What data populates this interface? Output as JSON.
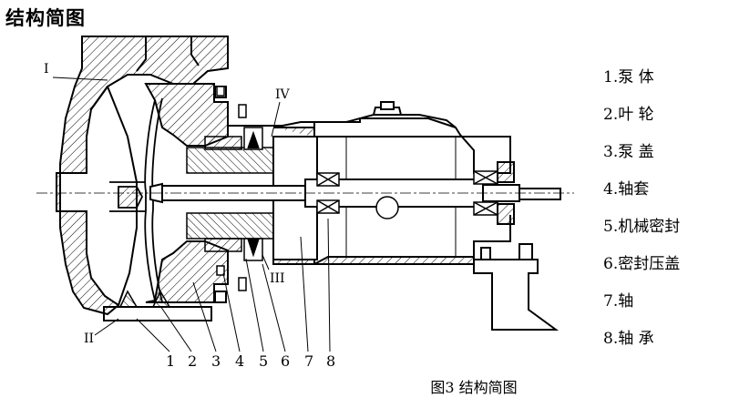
{
  "title": "结构简图",
  "caption": "图3   结构简图",
  "legend": [
    "1.泵  体",
    "2.叶  轮",
    "3.泵  盖",
    "4.轴套",
    "5.机械密封",
    "6.密封压盖",
    "7.轴",
    "8.轴  承"
  ],
  "callouts": {
    "roman": [
      "I",
      "II",
      "III",
      "IV"
    ],
    "numbers": [
      "1",
      "2",
      "3",
      "4",
      "5",
      "6",
      "7",
      "8"
    ]
  }
}
